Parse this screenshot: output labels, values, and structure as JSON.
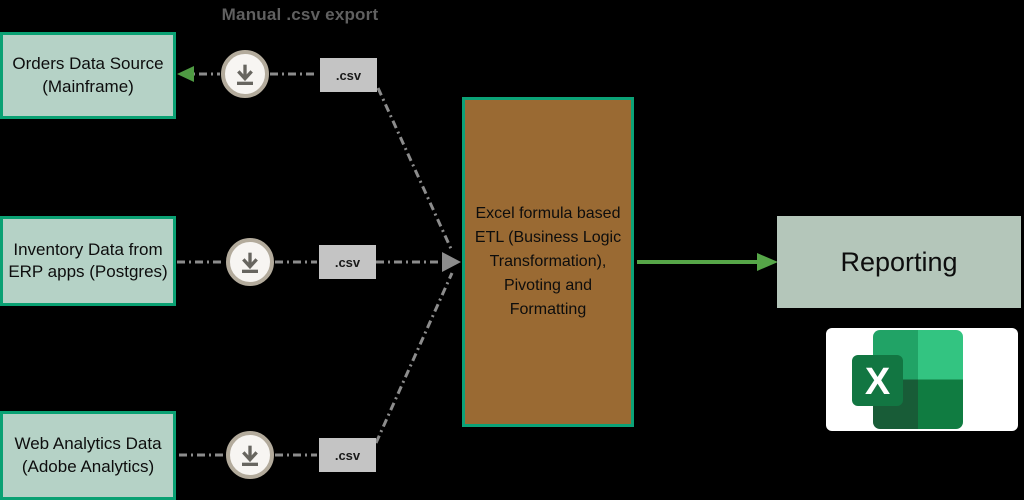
{
  "title": {
    "text": "Manual .csv export"
  },
  "sources": [
    {
      "label": "Orders Data Source\n(Mainframe)",
      "csv": ".csv"
    },
    {
      "label": "Inventory Data from\nERP apps (Postgres)",
      "csv": ".csv"
    },
    {
      "label": "Web Analytics Data\n(Adobe Analytics)",
      "csv": ".csv"
    }
  ],
  "etl": {
    "label": "Excel formula based\nETL (Business Logic\nTransformation),\nPivoting and\nFormatting"
  },
  "reporting": {
    "label": "Reporting"
  },
  "excel_logo": {
    "letter": "X"
  },
  "colors": {
    "background": "#000000",
    "source_fill": "#b5d2c6",
    "source_border": "#0aa173",
    "etl_fill": "#9a6a33",
    "etl_border": "#0ca277",
    "reporting_fill": "#b4c6ba",
    "csv_chip": "#c4c4c4",
    "connector_gray": "#8c8c8c",
    "arrow_green": "#56a648",
    "back_arrow_green": "#4f9b43",
    "title_gray": "#606060",
    "icon_ring": "#b3ab9c",
    "icon_glyph": "#67655f",
    "excel_green_light": "#33c481",
    "excel_green_mid": "#21a366",
    "excel_green_dark": "#107c41",
    "excel_green_darkest": "#185c37"
  }
}
